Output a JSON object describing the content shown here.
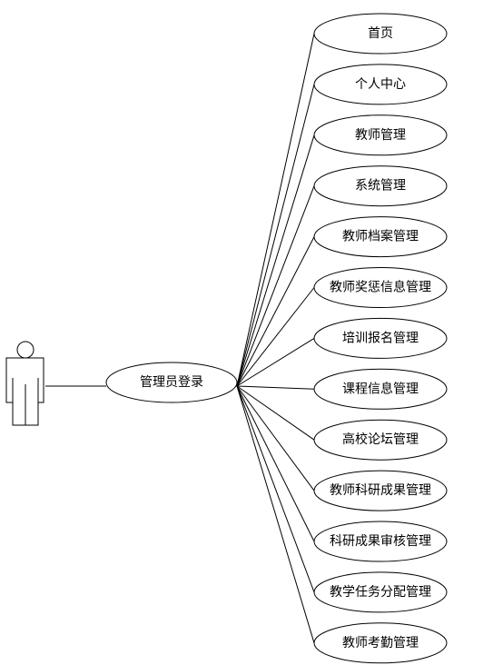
{
  "diagram": {
    "actor": {
      "icon": "person-icon"
    },
    "central_use_case": {
      "label": "管理员登录"
    },
    "use_cases": [
      {
        "label": "首页"
      },
      {
        "label": "个人中心"
      },
      {
        "label": "教师管理"
      },
      {
        "label": "系统管理"
      },
      {
        "label": "教师档案管理"
      },
      {
        "label": "教师奖惩信息管理"
      },
      {
        "label": "培训报名管理"
      },
      {
        "label": "课程信息管理"
      },
      {
        "label": "高校论坛管理"
      },
      {
        "label": "教师科研成果管理"
      },
      {
        "label": "科研成果审核管理"
      },
      {
        "label": "教学任务分配管理"
      },
      {
        "label": "教师考勤管理"
      }
    ],
    "colors": {
      "stroke": "#000000",
      "fill": "#ffffff",
      "background": "#ffffff"
    }
  }
}
